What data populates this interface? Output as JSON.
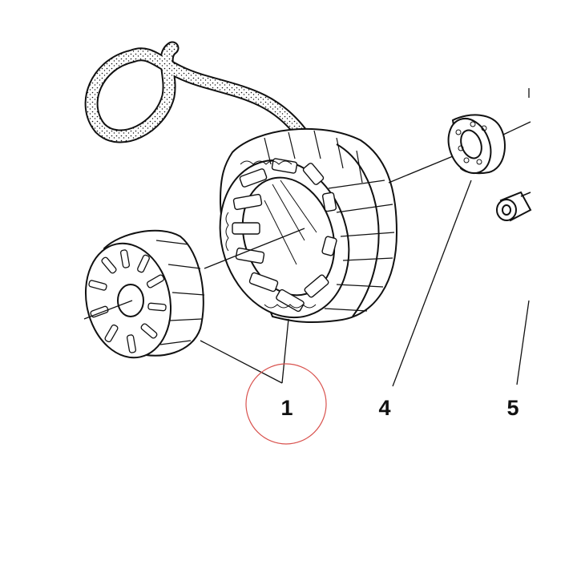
{
  "callouts": {
    "rotor_stator": "1",
    "bearing": "4",
    "screw": "5"
  },
  "colors": {
    "ink": "#111111",
    "highlight_circle": "#d9534f",
    "paper": "#ffffff"
  }
}
